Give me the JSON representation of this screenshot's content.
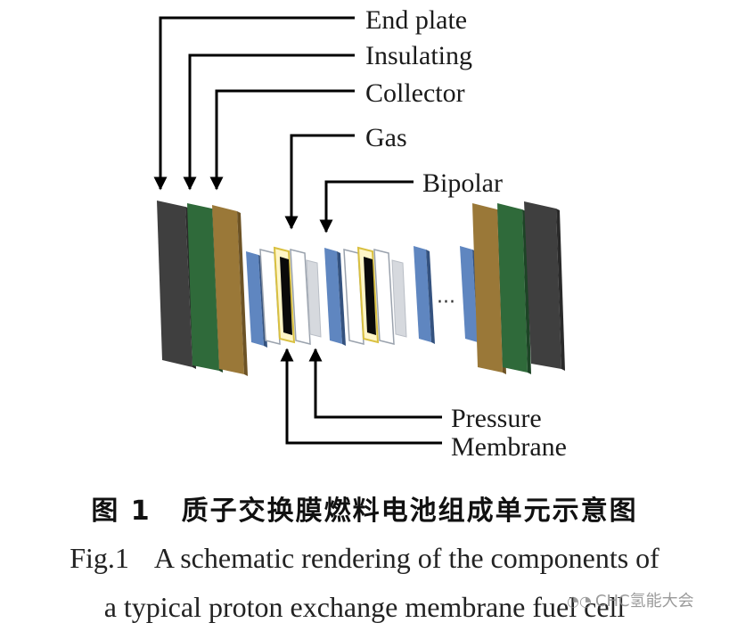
{
  "labels": {
    "end_plate": "End plate",
    "insulating": "Insulating",
    "collector": "Collector",
    "gas": "Gas",
    "bipolar": "Bipolar",
    "pressure": "Pressure",
    "membrane": "Membrane"
  },
  "ellipsis": "···",
  "caption": {
    "zh_number": "图 1",
    "zh_title": "质子交换膜燃料电池组成单元示意图",
    "en_number": "Fig.1",
    "en_line1": "A schematic rendering of the components of",
    "en_line2": "a typical proton exchange membrane fuel cell"
  },
  "watermark": {
    "text": "CHC氢能大会",
    "icon": "wechat-icon"
  },
  "colors": {
    "end_plate": "#4a4a4a",
    "insulating": "#2f6a3a",
    "collector": "#9a7838",
    "bipolar": "#5f86c0",
    "membrane": "#0a0a0a",
    "gasket": "#d9c040"
  }
}
